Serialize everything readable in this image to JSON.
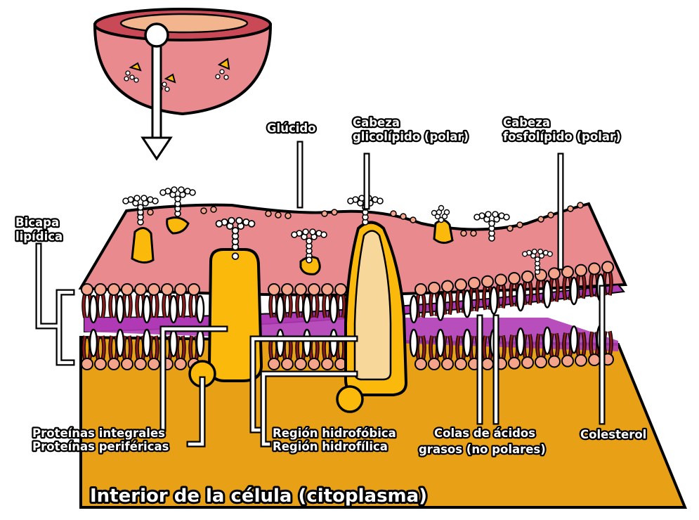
{
  "colors": {
    "cytoplasm": "#E8A117",
    "outer_surface": "#E88A8E",
    "phospholipid_head": "#F4A48A",
    "fatty_tail": "#8B1A1A",
    "cholesterol": "#FFFFFF",
    "hydrophobic_core": "#B03AB5",
    "protein": "#FBBA0B",
    "protein_light": "#F7D79A",
    "carbohydrate": "#FFFFFF"
  },
  "labels": {
    "glucido": "Glúcido",
    "cabeza_glicolipido_1": "Cabeza",
    "cabeza_glicolipido_2": "glicolípido (polar)",
    "cabeza_fosfolipido_1": "Cabeza",
    "cabeza_fosfolipido_2": "fosfolípido (polar)",
    "bicapa_1": "Bicapa",
    "bicapa_2": "lipídica",
    "proteinas_integrales": "Proteínas integrales",
    "proteinas_perifericas": "Proteínas periféricas",
    "region_hidrofobica": "Región hidrofóbica",
    "region_hidrofilica": "Región hidrofílica",
    "colas_1": "Colas de ácidos",
    "colas_2": "grasos (no polares)",
    "colesterol": "Colesterol",
    "interior": "Interior de la célula (citoplasma)"
  }
}
